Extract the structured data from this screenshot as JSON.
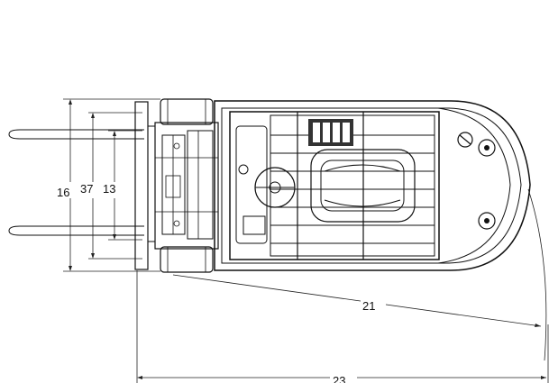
{
  "figure": {
    "dimensions": {
      "overall_width": "16",
      "outer_fork_spread": "37",
      "inner_fork_spread": "13",
      "turning_radius": "21",
      "overall_length": "23"
    },
    "colors": {
      "line": "#111111",
      "background": "#ffffff"
    }
  }
}
